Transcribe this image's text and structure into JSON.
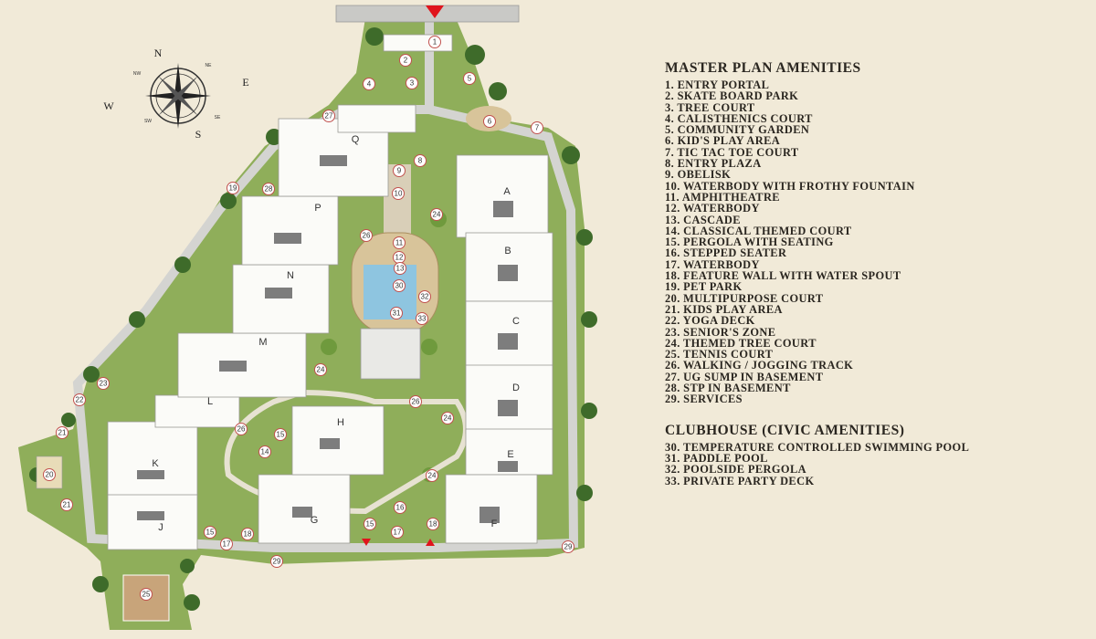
{
  "legend": {
    "title": "MASTER PLAN AMENITIES",
    "items": [
      "1. ENTRY PORTAL",
      "2. SKATE BOARD PARK",
      "3. TREE COURT",
      "4. CALISTHENICS COURT",
      "5. COMMUNITY GARDEN",
      "6. KID'S PLAY AREA",
      "7. TIC TAC TOE COURT",
      "8. ENTRY PLAZA",
      "9. OBELISK",
      "10. WATERBODY WITH FROTHY FOUNTAIN",
      "11. AMPHITHEATRE",
      "12. WATERBODY",
      "13. CASCADE",
      "14. CLASSICAL THEMED COURT",
      "15. PERGOLA WITH SEATING",
      "16. STEPPED SEATER",
      "17. WATERBODY",
      "18. FEATURE WALL WITH WATER SPOUT",
      "19. PET PARK",
      "20. MULTIPURPOSE COURT",
      "21. KIDS PLAY AREA",
      "22. YOGA DECK",
      "23. SENIOR'S ZONE",
      "24. THEMED TREE COURT",
      "25. TENNIS COURT",
      "26. WALKING / JOGGING TRACK",
      "27. UG SUMP IN BASEMENT",
      "28. STP IN BASEMENT",
      "29. SERVICES"
    ],
    "club_title": "CLUBHOUSE (CIVIC AMENITIES)",
    "club_items": [
      "30. TEMPERATURE CONTROLLED SWIMMING POOL",
      "31. PADDLE POOL",
      "32. POOLSIDE PERGOLA",
      "33. PRIVATE PARTY DECK"
    ]
  },
  "compass": {
    "n": "N",
    "s": "S",
    "e": "E",
    "w": "W",
    "ne": "NE",
    "nw": "NW",
    "se": "SE",
    "sw": "SW"
  },
  "buildings": [
    "A",
    "B",
    "C",
    "D",
    "E",
    "F",
    "G",
    "H",
    "J",
    "K",
    "L",
    "M",
    "N",
    "P",
    "Q"
  ],
  "markers": [
    "1",
    "2",
    "3",
    "4",
    "5",
    "6",
    "7",
    "8",
    "9",
    "10",
    "11",
    "12",
    "13",
    "14",
    "15",
    "16",
    "17",
    "18",
    "19",
    "20",
    "21",
    "22",
    "23",
    "24",
    "25",
    "26",
    "27",
    "28",
    "29",
    "30",
    "31",
    "32",
    "33"
  ],
  "colors": {
    "background": "#f1ead8",
    "greenery": "#8fae5a",
    "road": "#c9c9c6",
    "marker_ring": "#c0504d",
    "entry_arrow": "#e0141c"
  }
}
